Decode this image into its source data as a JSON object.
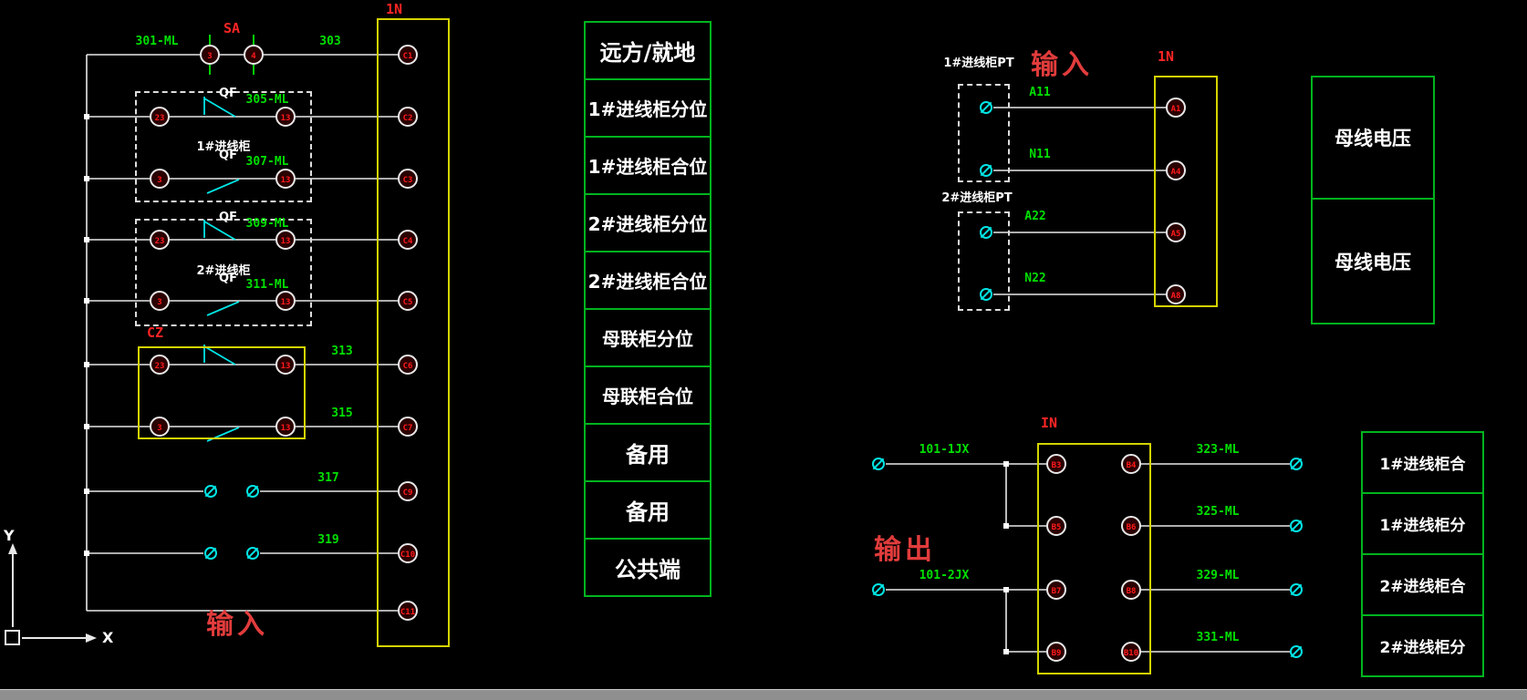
{
  "colors": {
    "wire": "#e8e8e8",
    "label_green": "#00e000",
    "label_red": "#ff2525",
    "contact_cyan": "#00e5e5",
    "block_yellow": "#d4d400",
    "table_green": "#00b41e"
  },
  "axis": {
    "x_label": "X",
    "y_label": "Y"
  },
  "left": {
    "block_label": "1N",
    "input_label": "输入",
    "sa_label": "SA",
    "cz_label": "CZ",
    "qf_label": "QF",
    "feed_wire": "301-ML",
    "box1_label": "1#进线柜",
    "box2_label": "2#进线柜",
    "sa_terminals": [
      "3",
      "4"
    ],
    "rows": [
      {
        "wire": "303",
        "term": "C1"
      },
      {
        "left": "23",
        "right": "13",
        "wire": "305-ML",
        "term": "C2"
      },
      {
        "left": "3",
        "right": "13",
        "wire": "307-ML",
        "term": "C3"
      },
      {
        "left": "23",
        "right": "13",
        "wire": "309-ML",
        "term": "C4"
      },
      {
        "left": "3",
        "right": "13",
        "wire": "311-ML",
        "term": "C5"
      },
      {
        "left": "23",
        "right": "13",
        "wire": "313",
        "term": "C6"
      },
      {
        "left": "3",
        "right": "13",
        "wire": "315",
        "term": "C7"
      },
      {
        "wire": "317",
        "term": "C9"
      },
      {
        "wire": "319",
        "term": "C10"
      },
      {
        "term": "C11"
      }
    ]
  },
  "signal_table": {
    "rows": [
      "远方/就地",
      "1#进线柜分位",
      "1#进线柜合位",
      "2#进线柜分位",
      "2#进线柜合位",
      "母联柜分位",
      "母联柜合位",
      "备用",
      "备用",
      "公共端"
    ]
  },
  "top_right": {
    "input_label": "输入",
    "block_label": "1N",
    "pt1_label": "1#进线柜PT",
    "pt2_label": "2#进线柜PT",
    "wires": [
      {
        "label": "A11",
        "term": "A1"
      },
      {
        "label": "N11",
        "term": "A4"
      },
      {
        "label": "A22",
        "term": "A5"
      },
      {
        "label": "N22",
        "term": "A8"
      }
    ],
    "bus_boxes": [
      "母线电压",
      "母线电压"
    ]
  },
  "bottom_right": {
    "output_label": "输出",
    "block_label": "IN",
    "inputs": [
      "101-1JX",
      "101-2JX"
    ],
    "left_terms": [
      "B3",
      "B5",
      "B7",
      "B9"
    ],
    "right_terms": [
      "B4",
      "B6",
      "B8",
      "B10"
    ],
    "out_wires": [
      "323-ML",
      "325-ML",
      "329-ML",
      "331-ML"
    ],
    "table_rows": [
      "1#进线柜合",
      "1#进线柜分",
      "2#进线柜合",
      "2#进线柜分"
    ]
  }
}
